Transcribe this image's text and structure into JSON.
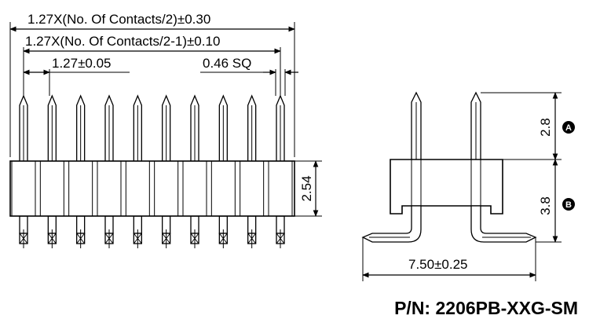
{
  "front_view": {
    "dim_overall": "1.27X(No. Of Contacts/2)±0.30",
    "dim_pin_span": "1.27X(No. Of Contacts/2-1)±0.10",
    "dim_pitch": "1.27±0.05",
    "dim_pin_size": "0.46 SQ",
    "dim_body_height": "2.54",
    "pin_count": 10
  },
  "side_view": {
    "dim_upper_pin": "2.8",
    "dim_lower_height": "3.8",
    "dim_width": "7.50±0.25",
    "marker_a": "A",
    "marker_b": "B"
  },
  "part_number": "P/N: 2206PB-XXG-SM"
}
